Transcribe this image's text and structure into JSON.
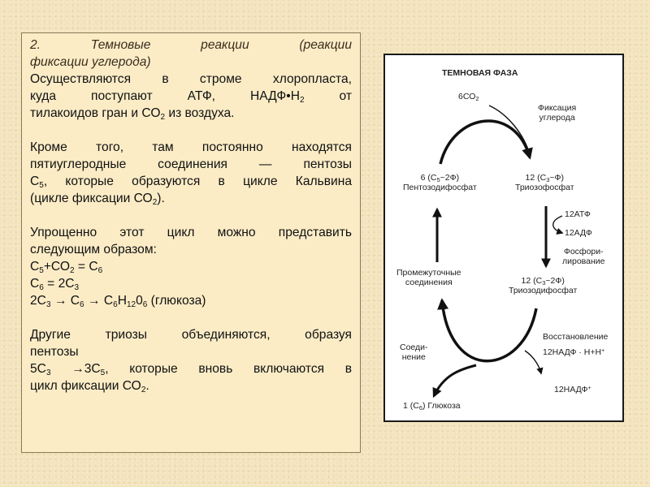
{
  "text": {
    "title_a": "2. Темновые реакции (реакции",
    "title_b": "фиксации углерода)",
    "p1": {
      "l1": "Осуществляются в строме хлоропласта,",
      "l2_a": "куда поступают АТФ, НАДФ•Н",
      "l2_sub": "2",
      "l2_b": " от",
      "l3_a": "тилакоидов гран и СО",
      "l3_sub": "2",
      "l3_b": " из воздуха."
    },
    "p2": {
      "l1": "Кроме того, там постоянно находятся",
      "l2": "пятиуглеродные соединения — пентозы",
      "l3_a": "С",
      "l3_sub": "5",
      "l3_b": ", которые образуются в цикле Кальвина",
      "l4_a": "(цикле фиксации СО",
      "l4_sub": "2",
      "l4_b": ")."
    },
    "p3": {
      "l1": "Упрощенно этот цикл можно представить",
      "l2": "следующим образом:",
      "eq1_a": "С",
      "eq1_s1": "5",
      "eq1_b": "+СО",
      "eq1_s2": "2",
      "eq1_c": " = С",
      "eq1_s3": "6",
      "eq2_a": "С",
      "eq2_s1": "6",
      "eq2_b": " = 2С",
      "eq2_s2": "3",
      "eq3_a": "2С",
      "eq3_s1": "3",
      "eq3_b": " → С",
      "eq3_s2": "6",
      "eq3_c": " → С",
      "eq3_s3": "6",
      "eq3_d": "Н",
      "eq3_s4": "12",
      "eq3_e": "0",
      "eq3_s5": "6",
      "eq3_f": " (глюкоза)"
    },
    "p4": {
      "l1": "Другие триозы объединяются, образуя",
      "l2": "пентозы",
      "l3_a": "5С",
      "l3_s1": "3",
      "l3_b": " →3С",
      "l3_s2": "5",
      "l3_c": ", которые вновь включаются в",
      "l4_a": "цикл фиксации СО",
      "l4_sub": "2",
      "l4_b": "."
    }
  },
  "figure": {
    "title": "ТЕМНОВАЯ ФАЗА",
    "co2_a": "6СО",
    "co2_sub": "2",
    "fixation_1": "Фиксация",
    "fixation_2": "углерода",
    "pentose_formula_a": "6 (С",
    "pentose_formula_sub": "5",
    "pentose_formula_b": "~2Ф)",
    "pentose_name": "Пентозодифосфат",
    "triose_formula_a": "12 (С",
    "triose_formula_sub": "3",
    "triose_formula_b": "~Ф)",
    "triose_name": "Триозофосфат",
    "atp": "12АТФ",
    "adp": "12АДФ",
    "phosph_1": "Фосфори-",
    "phosph_2": "лирование",
    "inter_1": "Промежуточные",
    "inter_2": "соединения",
    "triosedi_formula_a": "12 (С",
    "triosedi_formula_sub": "3",
    "triosedi_formula_b": "~2Ф)",
    "triosedi_name": "Триозодифосфат",
    "restore": "Восстановление",
    "nadph_a": "12НАДФ · Н+Н",
    "nadph_sup": "+",
    "comb_1": "Соеди-",
    "comb_2": "нение",
    "nadp_a": "12НАДФ",
    "nadp_sup": "+",
    "glucose_a": "1 (С",
    "glucose_sub": "6",
    "glucose_b": ") Глюкоза"
  }
}
